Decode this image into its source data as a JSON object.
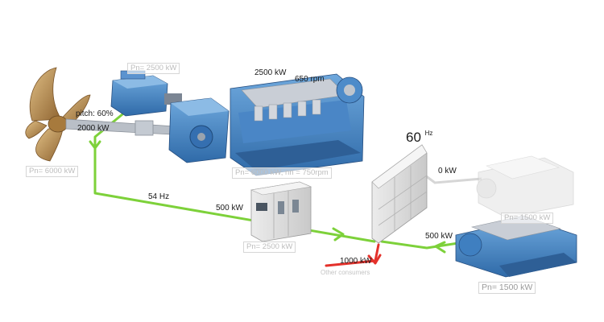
{
  "labels": {
    "pitch": "pitch: 60%",
    "shaft_power": "2000 kW",
    "engine_power": "2500 kW",
    "engine_speed": "650 rpm",
    "freq_shaft": "54 Hz",
    "converter_power": "500 kW",
    "bus_freq_value": "60",
    "bus_freq_unit": "Hz",
    "genset1_power": "0 kW",
    "genset2_power": "500 kW",
    "consumers_power": "1000 kW",
    "consumers_label": "Other consumers"
  },
  "ratings": {
    "shaft_generator": "Pn= 2500 kW",
    "propeller": "Pn= 6000 kW",
    "main_engine": "Pn= 6000 kW, nn = 750rpm",
    "converter": "Pn= 2500 kW",
    "genset1": "Pn= 1500 kW",
    "genset2": "Pn= 1500 kW"
  },
  "colors": {
    "power_flow": "#7dd13a",
    "consumer_flow": "#e4312b",
    "idle_line": "#d7d7d7",
    "machinery_blue": "#3f80c4",
    "propeller_bronze": "#b98a4a",
    "switchboard_grey": "#dcdcdc"
  }
}
